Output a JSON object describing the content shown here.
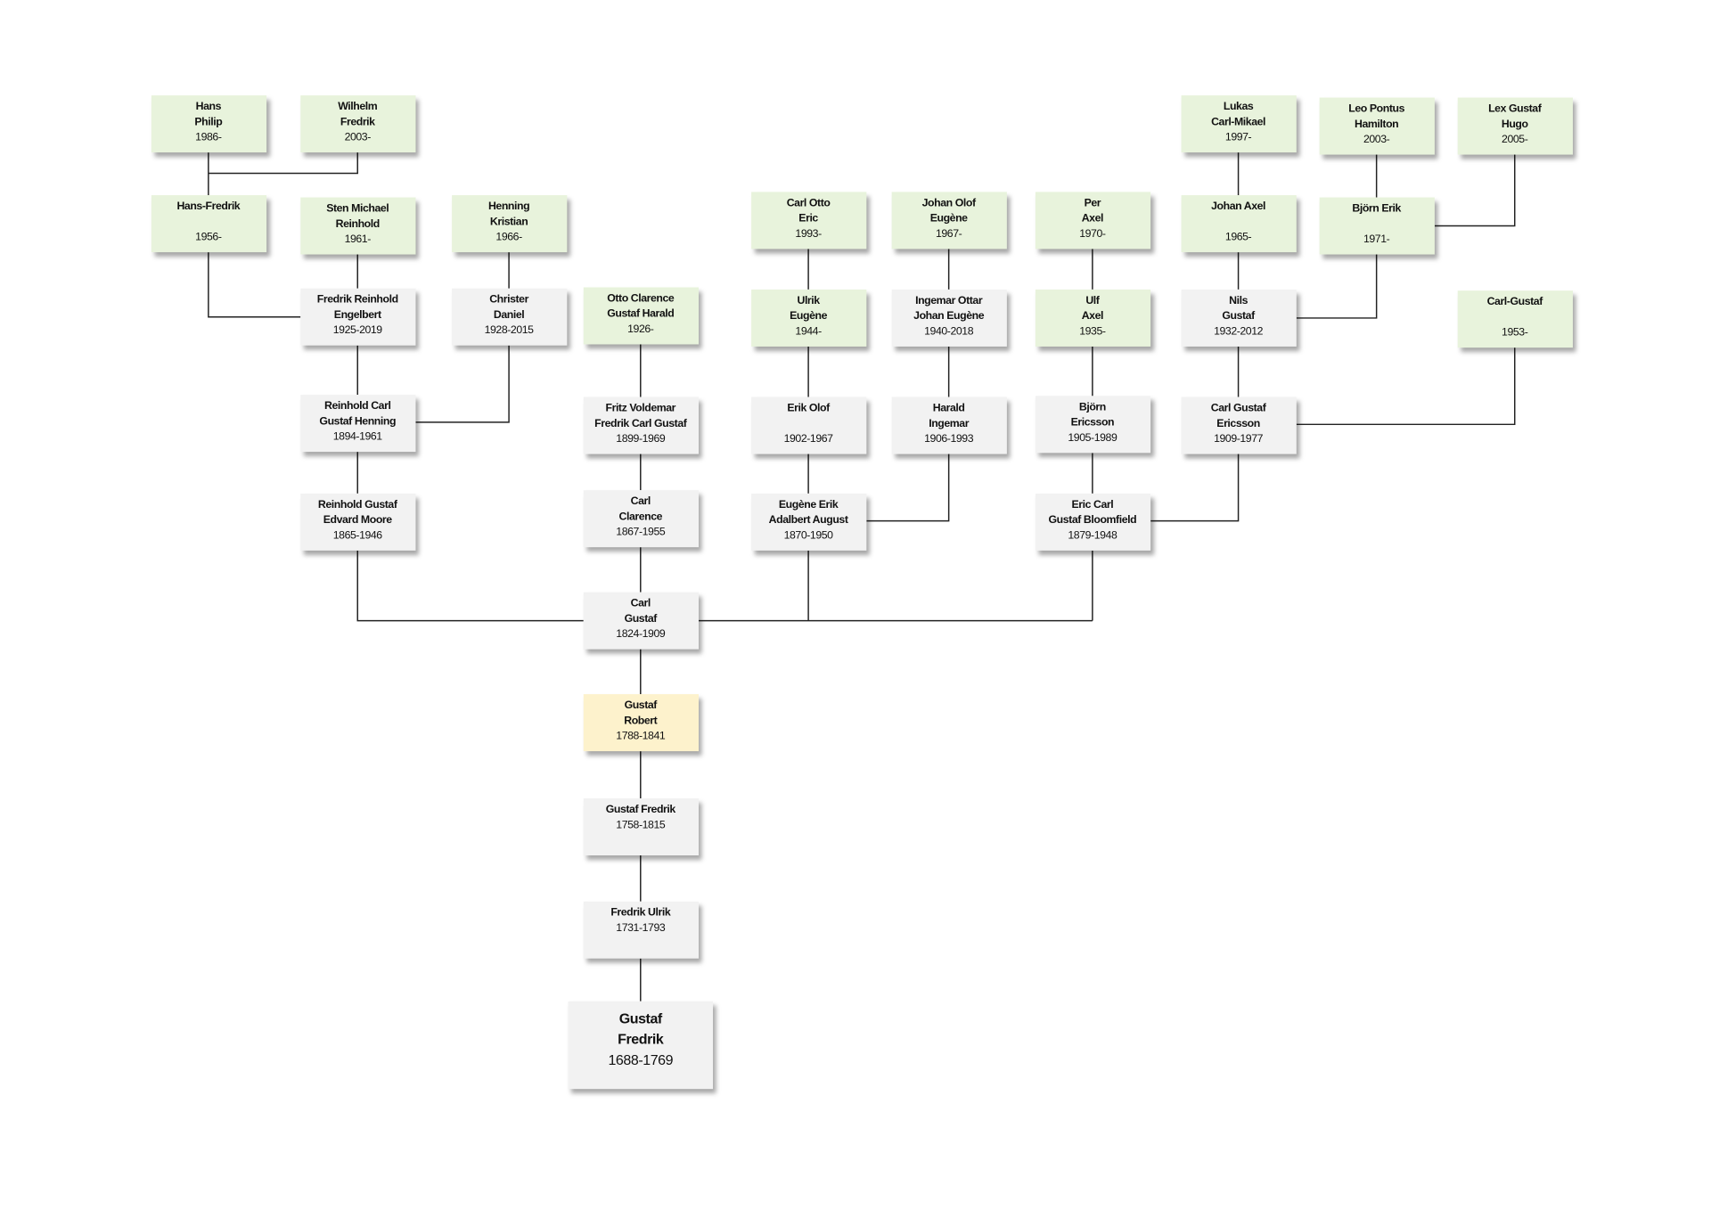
{
  "colors": {
    "living": "#e8f3dc",
    "deceased": "#f2f2f2",
    "highlight": "#fdf2cc",
    "line": "#222222"
  },
  "people": [
    {
      "id": "hans-philip",
      "lines": [
        "Hans",
        "Philip"
      ],
      "years": "1986-",
      "style": "green",
      "col": 190,
      "row": 87
    },
    {
      "id": "wilhelm-fredrik",
      "lines": [
        "Wilhelm",
        "Fredrik"
      ],
      "years": "2003-",
      "style": "green",
      "col": 326,
      "row": 87
    },
    {
      "id": "lukas-carl-mikael",
      "lines": [
        "Lukas",
        "Carl-Mikael"
      ],
      "years": "1997-",
      "style": "green",
      "col": 1129,
      "row": 87
    },
    {
      "id": "leo-pontus-hamilton",
      "lines": [
        "Leo Pontus",
        "Hamilton"
      ],
      "years": "2003-",
      "style": "green",
      "col": 1255,
      "row": 89
    },
    {
      "id": "lex-gustaf-hugo",
      "lines": [
        "Lex Gustaf",
        "Hugo"
      ],
      "years": "2005-",
      "style": "green",
      "col": 1381,
      "row": 89
    },
    {
      "id": "hans-fredrik",
      "lines": [
        "Hans-Fredrik",
        ""
      ],
      "years": "1956-",
      "style": "green",
      "col": 190,
      "row": 178
    },
    {
      "id": "sten-michael-reinhold",
      "lines": [
        "Sten Michael",
        "Reinhold"
      ],
      "years": "1961-",
      "style": "green",
      "col": 326,
      "row": 180
    },
    {
      "id": "henning-kristian",
      "lines": [
        "Henning",
        "Kristian"
      ],
      "years": "1966-",
      "style": "green",
      "col": 464,
      "row": 178
    },
    {
      "id": "carl-otto-eric",
      "lines": [
        "Carl Otto",
        "Eric"
      ],
      "years": "1993-",
      "style": "green",
      "col": 737,
      "row": 175
    },
    {
      "id": "johan-olof-eugene",
      "lines": [
        "Johan Olof",
        "Eugène"
      ],
      "years": "1967-",
      "style": "green",
      "col": 865,
      "row": 175
    },
    {
      "id": "per-axel",
      "lines": [
        "Per",
        "Axel"
      ],
      "years": "1970-",
      "style": "green",
      "col": 996,
      "row": 175
    },
    {
      "id": "johan-axel",
      "lines": [
        "Johan Axel",
        ""
      ],
      "years": "1965-",
      "style": "green",
      "col": 1129,
      "row": 178
    },
    {
      "id": "bjorn-erik",
      "lines": [
        "Björn Erik",
        ""
      ],
      "years": "1971-",
      "style": "green",
      "col": 1255,
      "row": 180
    },
    {
      "id": "fredrik-reinhold-engelbert",
      "lines": [
        "Fredrik Reinhold",
        "Engelbert"
      ],
      "years": "1925-2019",
      "style": "grey",
      "col": 326,
      "row": 263
    },
    {
      "id": "christer-daniel",
      "lines": [
        "Christer",
        "Daniel"
      ],
      "years": "1928-2015",
      "style": "grey",
      "col": 464,
      "row": 263
    },
    {
      "id": "otto-clarence-gustaf-harald",
      "lines": [
        "Otto Clarence",
        "Gustaf Harald"
      ],
      "years": "1926-",
      "style": "green",
      "col": 584,
      "row": 262
    },
    {
      "id": "ulrik-eugene",
      "lines": [
        "Ulrik",
        "Eugène"
      ],
      "years": "1944-",
      "style": "green",
      "col": 737,
      "row": 264
    },
    {
      "id": "ingemar-ottar-johan-eugene",
      "lines": [
        "Ingemar Ottar",
        "Johan Eugène"
      ],
      "years": "1940-2018",
      "style": "grey",
      "col": 865,
      "row": 264
    },
    {
      "id": "ulf-axel",
      "lines": [
        "Ulf",
        "Axel"
      ],
      "years": "1935-",
      "style": "green",
      "col": 996,
      "row": 264
    },
    {
      "id": "nils-gustaf",
      "lines": [
        "Nils",
        "Gustaf"
      ],
      "years": "1932-2012",
      "style": "grey",
      "col": 1129,
      "row": 264
    },
    {
      "id": "carl-gustaf-1953",
      "lines": [
        "Carl-Gustaf",
        ""
      ],
      "years": "1953-",
      "style": "green",
      "col": 1381,
      "row": 265
    },
    {
      "id": "reinhold-carl-gustaf-henning",
      "lines": [
        "Reinhold Carl",
        "Gustaf Henning"
      ],
      "years": "1894-1961",
      "style": "grey",
      "col": 326,
      "row": 360
    },
    {
      "id": "fritz-voldemar",
      "lines": [
        "Fritz Voldemar",
        "Fredrik Carl Gustaf"
      ],
      "years": "1899-1969",
      "style": "grey",
      "col": 584,
      "row": 362
    },
    {
      "id": "erik-olof",
      "lines": [
        "Erik Olof",
        ""
      ],
      "years": "1902-1967",
      "style": "grey",
      "col": 737,
      "row": 362
    },
    {
      "id": "harald-ingemar",
      "lines": [
        "Harald",
        "Ingemar"
      ],
      "years": "1906-1993",
      "style": "grey",
      "col": 865,
      "row": 362
    },
    {
      "id": "bjorn-ericsson",
      "lines": [
        "Björn",
        "Ericsson"
      ],
      "years": "1905-1989",
      "style": "grey",
      "col": 996,
      "row": 361
    },
    {
      "id": "carl-gustaf-ericsson",
      "lines": [
        "Carl Gustaf",
        "Ericsson"
      ],
      "years": "1909-1977",
      "style": "grey",
      "col": 1129,
      "row": 362
    },
    {
      "id": "reinhold-gustaf-edvard-moore",
      "lines": [
        "Reinhold Gustaf",
        "Edvard Moore"
      ],
      "years": "1865-1946",
      "style": "grey",
      "col": 326,
      "row": 450
    },
    {
      "id": "carl-clarence",
      "lines": [
        "Carl",
        "Clarence"
      ],
      "years": "1867-1955",
      "style": "grey",
      "col": 584,
      "row": 447
    },
    {
      "id": "eugene-erik-adalbert-august",
      "lines": [
        "Eugène Erik",
        "Adalbert August"
      ],
      "years": "1870-1950",
      "style": "grey",
      "col": 737,
      "row": 450
    },
    {
      "id": "eric-carl-gustaf-bloomfield",
      "lines": [
        "Eric Carl",
        "Gustaf Bloomfield"
      ],
      "years": "1879-1948",
      "style": "grey",
      "col": 996,
      "row": 450
    },
    {
      "id": "carl-gustaf-1824",
      "lines": [
        "Carl",
        "Gustaf"
      ],
      "years": "1824-1909",
      "style": "grey",
      "col": 584,
      "row": 540
    },
    {
      "id": "gustaf-robert",
      "lines": [
        "Gustaf",
        "Robert"
      ],
      "years": "1788-1841",
      "style": "yellow",
      "col": 584,
      "row": 633
    },
    {
      "id": "gustaf-fredrik-1758",
      "lines": [
        "Gustaf Fredrik"
      ],
      "years": "1758-1815",
      "style": "grey",
      "col": 584,
      "row": 728
    },
    {
      "id": "fredrik-ulrik",
      "lines": [
        "Fredrik Ulrik"
      ],
      "years": "1731-1793",
      "style": "grey",
      "col": 584,
      "row": 822
    },
    {
      "id": "gustaf-fredrik-1688",
      "lines": [
        "Gustaf",
        "Fredrik"
      ],
      "years": "1688-1769",
      "style": "grey root",
      "col": 584,
      "row": 913
    }
  ]
}
